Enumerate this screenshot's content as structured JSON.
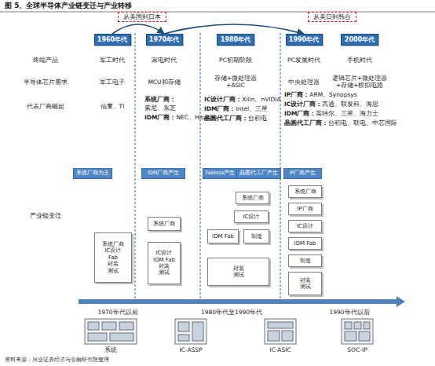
{
  "diagram": {
    "title": "图 5、全球半导体产业链变迁与产业转移",
    "caption": "资料来源：兴业证券经济与金融研究院整理",
    "nodes": [
      {
        "text": [
          "从美国到日本"
        ]
      },
      {
        "text": [
          "从美日到韩台"
        ]
      },
      {
        "text": [
          "1960年代"
        ]
      },
      {
        "text": [
          "1970年代"
        ]
      },
      {
        "text": [
          "1980年代"
        ]
      },
      {
        "text": [
          "1990年代"
        ]
      },
      {
        "text": [
          "2000年代"
        ]
      },
      {
        "text": [
          "系统厂商为主"
        ]
      },
      {
        "text": [
          "IDM厂商产生"
        ]
      },
      {
        "text": [
          "Fabless产生"
        ]
      },
      {
        "text": [
          "晶圆代工厂产生"
        ]
      },
      {
        "text": [
          "IP厂商产生"
        ]
      },
      {
        "text": [
          "系统厂商",
          "IC设计",
          "Fab",
          "封装",
          "测试"
        ]
      },
      {
        "text": [
          "系统厂商"
        ]
      },
      {
        "text": [
          "IC设计",
          "IDM Fab",
          "封装",
          "测试"
        ]
      },
      {
        "text": [
          "系统厂商"
        ]
      },
      {
        "text": [
          "IC设计"
        ]
      },
      {
        "text": [
          "IDM Fab"
        ]
      },
      {
        "text": [
          "制造"
        ]
      },
      {
        "text": [
          "封装",
          "测试"
        ]
      },
      {
        "text": [
          "系统厂商"
        ]
      },
      {
        "text": [
          "IP厂商"
        ]
      },
      {
        "text": [
          "IC设计"
        ]
      },
      {
        "text": [
          "IDM Fab"
        ]
      },
      {
        "text": [
          "制造"
        ]
      },
      {
        "text": [
          "封装",
          "测试"
        ]
      }
    ],
    "edges": [
      {
        "from": 2,
        "to": 3,
        "arrow": "to"
      },
      {
        "from": 3,
        "to": 5,
        "arrow": "to"
      }
    ],
    "labels": [
      "终端产品",
      "半导体芯片需求",
      "代表厂商崛起",
      "产业链变迁",
      "军工时代",
      "家电时代",
      "PC初期阶段",
      "PC发展时代",
      "手机时代",
      "军工电子",
      "MCU和存储",
      "存储+微处理器+ASIC",
      "中央处理器",
      "逻辑芯片+微处理器+存储+模拟电路",
      "仙童、TI",
      "系统厂商：",
      "索尼、东芝",
      "IDM厂商：",
      "NEC、Hitachi",
      "IC设计厂商：",
      "Xilin、nVIDIA",
      "IDM厂商：",
      "Intel、三星",
      "晶圆代工厂商：",
      "台积电",
      "IP厂商：",
      "ARM、Synopsys",
      "IC设计厂商：",
      "高通、联发科、海思",
      "IDM厂商：",
      "英特尔、三星、海力士",
      "晶圆代工厂商：",
      "台积电、联电、中芯国际",
      "1970年代以前",
      "1980年代至1990年代",
      "1990年代以后",
      "系统",
      "IC-ASSP",
      "IC-ASIC",
      "SOC-IP"
    ]
  }
}
